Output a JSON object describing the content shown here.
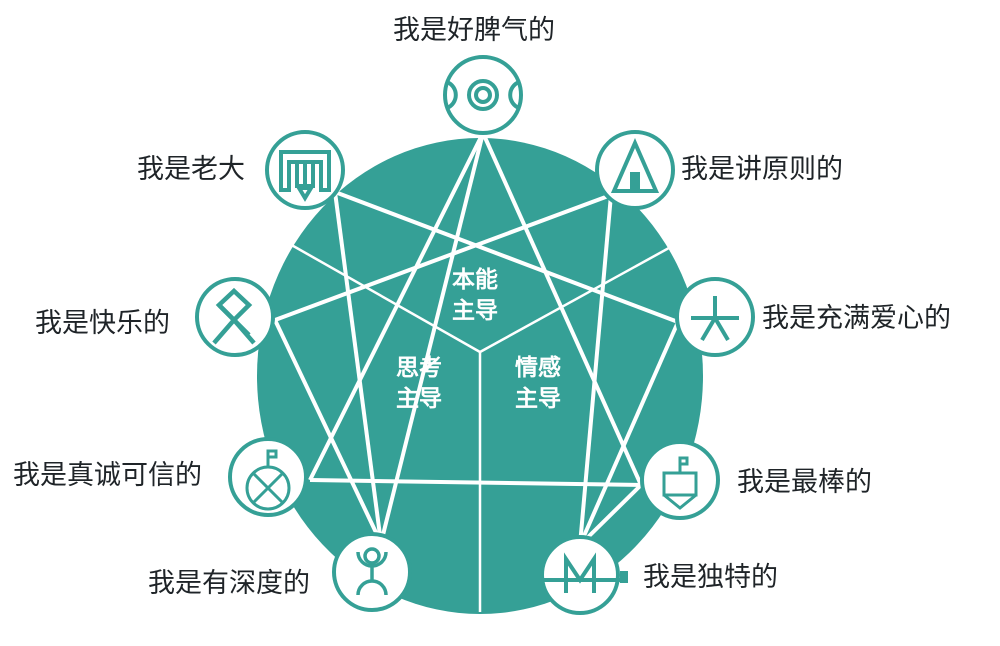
{
  "diagram": {
    "type": "enneagram",
    "colors": {
      "fill": "#35a096",
      "stroke": "#ffffff",
      "icon_stroke": "#35a096",
      "label_text": "#1f2428"
    },
    "center_regions": [
      {
        "id": "instinct",
        "line1": "本能",
        "line2": "主导"
      },
      {
        "id": "thinking",
        "line1": "思考",
        "line2": "主导"
      },
      {
        "id": "feeling",
        "line1": "情感",
        "line2": "主导"
      }
    ],
    "nodes": [
      {
        "type": 9,
        "label": "我是好脾气的",
        "icon": "double-ring-crescent-icon"
      },
      {
        "type": 1,
        "label": "我是讲原则的",
        "icon": "triangle-house-icon"
      },
      {
        "type": 2,
        "label": "我是充满爱心的",
        "icon": "asterisk-person-icon"
      },
      {
        "type": 3,
        "label": "我是最棒的",
        "icon": "flag-shield-icon"
      },
      {
        "type": 4,
        "label": "我是独特的",
        "icon": "m-circle-icon"
      },
      {
        "type": 5,
        "label": "我是有深度的",
        "icon": "stick-figure-icon"
      },
      {
        "type": 6,
        "label": "我是真诚可信的",
        "icon": "flag-cross-circle-icon"
      },
      {
        "type": 7,
        "label": "我是快乐的",
        "icon": "othala-rune-icon"
      },
      {
        "type": 8,
        "label": "我是老大",
        "icon": "gate-arrow-icon"
      }
    ]
  }
}
